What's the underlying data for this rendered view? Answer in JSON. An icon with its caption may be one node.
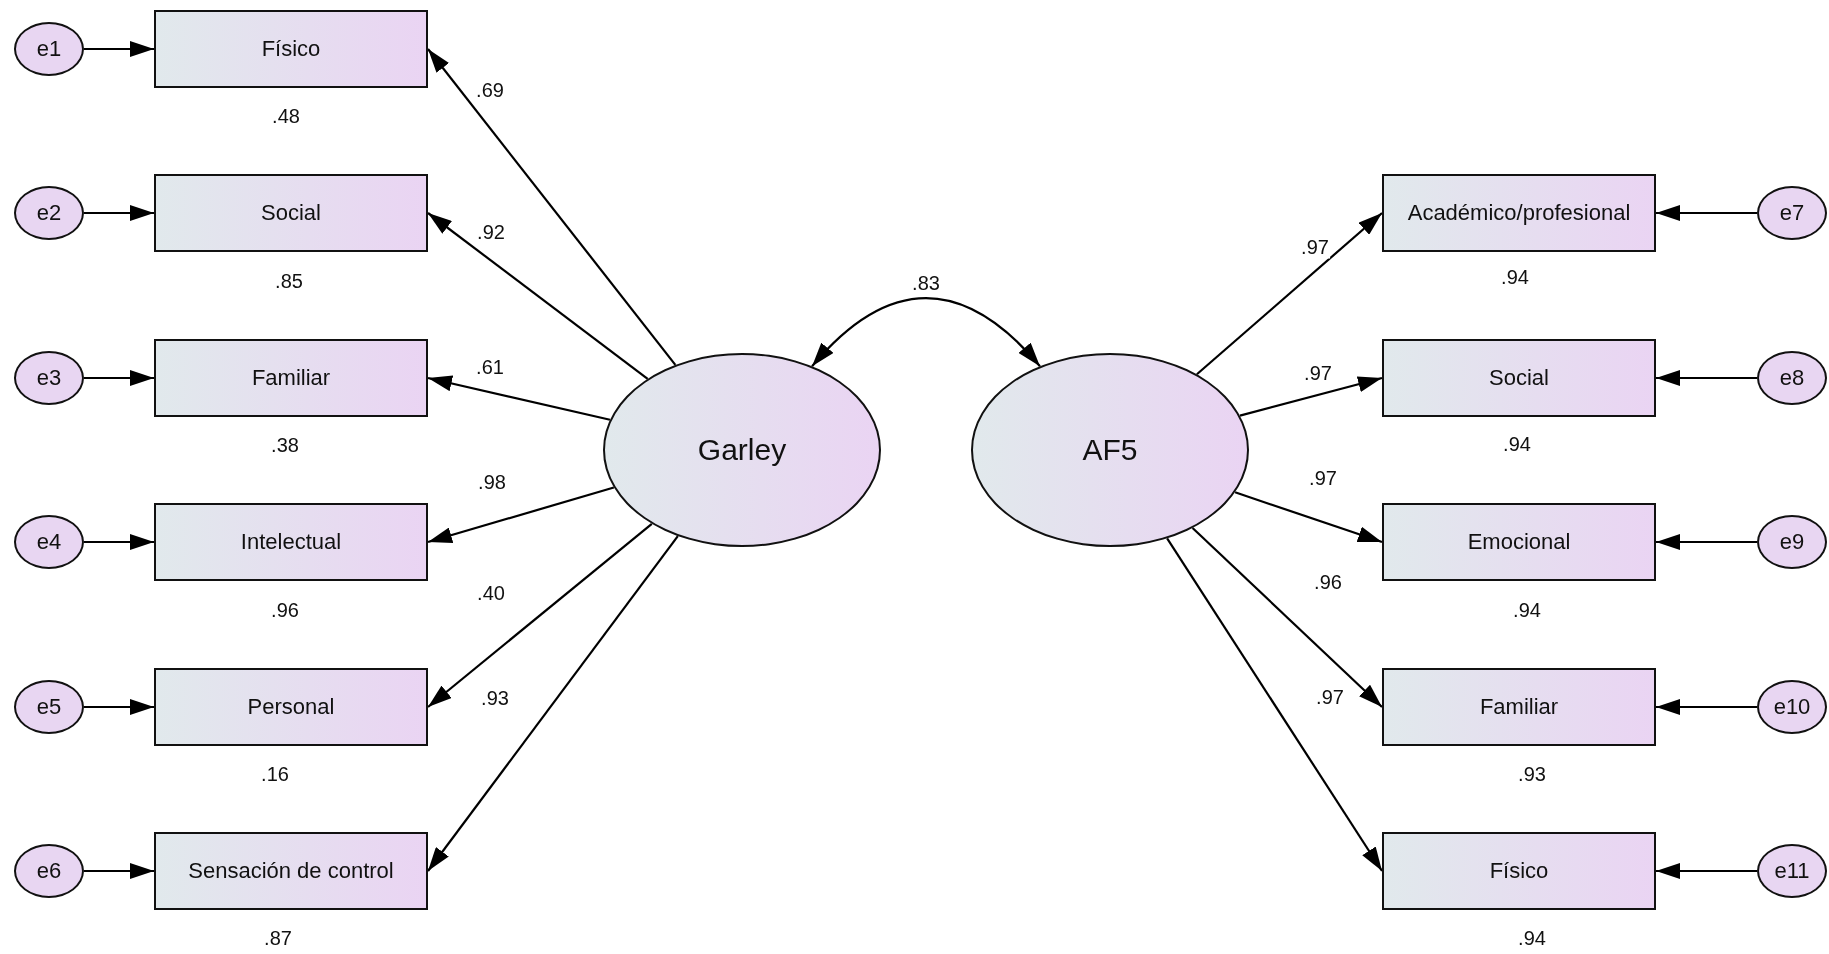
{
  "diagram": {
    "nodes": [
      {
        "text": [
          "e1"
        ]
      },
      {
        "text": [
          "e2"
        ]
      },
      {
        "text": [
          "e3"
        ]
      },
      {
        "text": [
          "e4"
        ]
      },
      {
        "text": [
          "e5"
        ]
      },
      {
        "text": [
          "e6"
        ]
      },
      {
        "text": [
          "Físico"
        ],
        "beside": [
          ".48"
        ]
      },
      {
        "text": [
          "Social"
        ],
        "beside": [
          ".85"
        ]
      },
      {
        "text": [
          "Familiar"
        ],
        "beside": [
          ".38"
        ]
      },
      {
        "text": [
          "Intelectual"
        ],
        "beside": [
          ".96"
        ]
      },
      {
        "text": [
          "Personal"
        ],
        "beside": [
          ".16"
        ]
      },
      {
        "text": [
          "Sensación de control"
        ],
        "beside": [
          ".87"
        ]
      },
      {
        "text": [
          "Garley"
        ]
      },
      {
        "text": [
          "AF5"
        ]
      },
      {
        "text": [
          "Académico/profesional"
        ],
        "beside": [
          ".94"
        ]
      },
      {
        "text": [
          "Social"
        ],
        "beside": [
          ".94"
        ]
      },
      {
        "text": [
          "Emocional"
        ],
        "beside": [
          ".94"
        ]
      },
      {
        "text": [
          "Familiar"
        ],
        "beside": [
          ".93"
        ]
      },
      {
        "text": [
          "Físico"
        ],
        "beside": [
          ".94"
        ]
      },
      {
        "text": [
          "e7"
        ]
      },
      {
        "text": [
          "e8"
        ]
      },
      {
        "text": [
          "e9"
        ]
      },
      {
        "text": [
          "e10"
        ]
      },
      {
        "text": [
          "e11"
        ]
      }
    ],
    "edges": [
      {
        "from": 0,
        "to": 6,
        "arrow": "to"
      },
      {
        "from": 1,
        "to": 7,
        "arrow": "to"
      },
      {
        "from": 2,
        "to": 8,
        "arrow": "to"
      },
      {
        "from": 3,
        "to": 9,
        "arrow": "to"
      },
      {
        "from": 4,
        "to": 10,
        "arrow": "to"
      },
      {
        "from": 5,
        "to": 11,
        "arrow": "to"
      },
      {
        "from": 12,
        "to": 6,
        "arrow": "to",
        "label": ".69"
      },
      {
        "from": 12,
        "to": 7,
        "arrow": "to",
        "label": ".92"
      },
      {
        "from": 12,
        "to": 8,
        "arrow": "to",
        "label": ".61"
      },
      {
        "from": 12,
        "to": 9,
        "arrow": "to",
        "label": ".98"
      },
      {
        "from": 12,
        "to": 10,
        "arrow": "to",
        "label": ".40"
      },
      {
        "from": 12,
        "to": 11,
        "arrow": "to",
        "label": ".93"
      },
      {
        "from": 12,
        "to": 13,
        "arrow": "both",
        "label": ".83"
      },
      {
        "from": 13,
        "to": 14,
        "arrow": "to",
        "label": ".97"
      },
      {
        "from": 13,
        "to": 15,
        "arrow": "to",
        "label": ".97"
      },
      {
        "from": 13,
        "to": 16,
        "arrow": "to",
        "label": ".97"
      },
      {
        "from": 13,
        "to": 17,
        "arrow": "to",
        "label": ".96"
      },
      {
        "from": 13,
        "to": 18,
        "arrow": "to",
        "label": ".97"
      },
      {
        "from": 19,
        "to": 14,
        "arrow": "to"
      },
      {
        "from": 20,
        "to": 15,
        "arrow": "to"
      },
      {
        "from": 21,
        "to": 16,
        "arrow": "to"
      },
      {
        "from": 22,
        "to": 17,
        "arrow": "to"
      },
      {
        "from": 23,
        "to": 18,
        "arrow": "to"
      }
    ]
  }
}
